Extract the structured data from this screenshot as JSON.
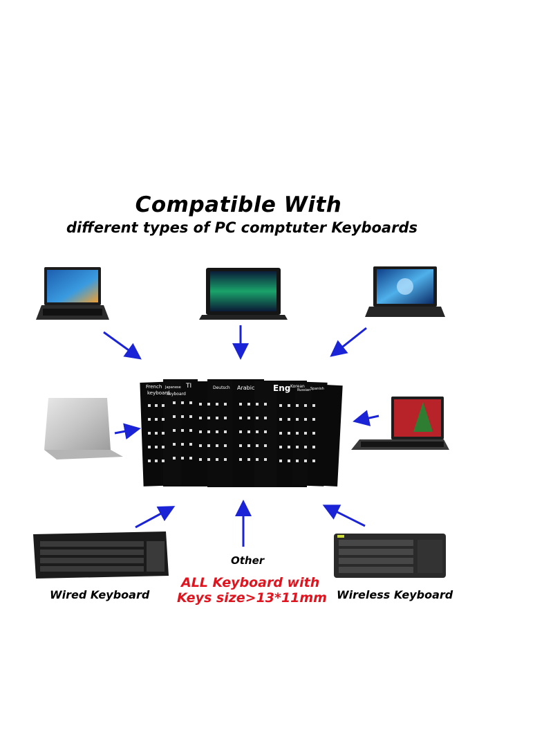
{
  "heading": {
    "title": "Compatible With",
    "subtitle": "different types of PC comptuter Keyboards"
  },
  "captions": {
    "wired": "Wired Keyboard",
    "wireless": "Wireless Keyboard",
    "other": "Other",
    "note_line1": "ALL Keyboard with",
    "note_line2": "Keys size>13*11mm"
  },
  "stickers": [
    "French",
    "keyboard",
    "Japanese",
    "TI",
    "keyboard",
    "Deutsch",
    "Arabic",
    "Eng",
    "Korean",
    "Russian",
    "Spanish"
  ],
  "colors": {
    "arrow": "#1a24d6",
    "note_red": "#e0141e",
    "sticker_bg": "#0a0a0a"
  }
}
